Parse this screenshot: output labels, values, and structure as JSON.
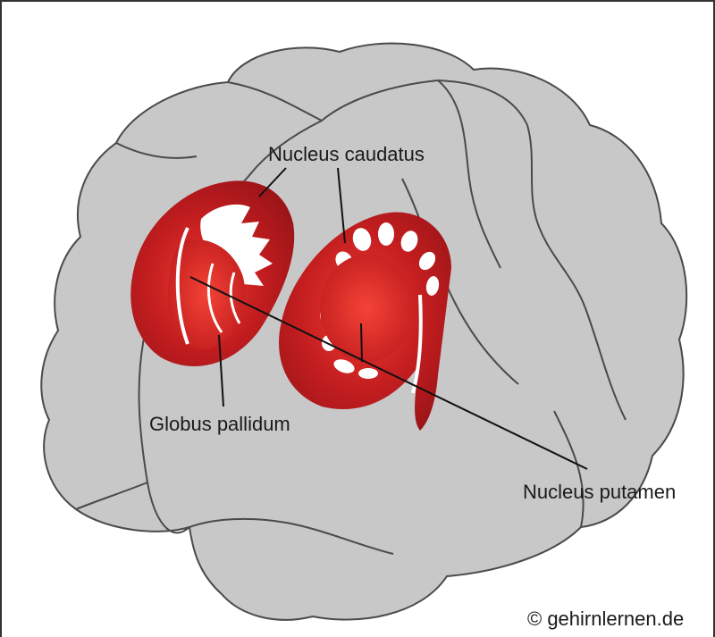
{
  "labels": {
    "nucleus_caudatus": "Nucleus caudatus",
    "globus_pallidum": "Globus pallidum",
    "nucleus_putamen": "Nucleus putamen"
  },
  "copyright": "© gehirnlernen.de",
  "colors": {
    "brain_fill": "#c8c8c8",
    "brain_outline": "#4a4a4a",
    "basal_ganglia_dark": "#a01418",
    "basal_ganglia_light": "#e8302a",
    "leader_line": "#111111"
  }
}
